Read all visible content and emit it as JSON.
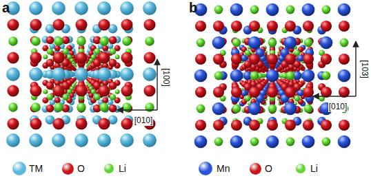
{
  "diagram": {
    "labels": [
      "a",
      "[100]",
      "[010]",
      "b",
      "[103]",
      "[010]"
    ],
    "legend": [
      {
        "text": "TM",
        "color": "#5db9dc"
      },
      {
        "text": "O",
        "color": "#c8141c"
      },
      {
        "text": "Li",
        "color": "#5ed52e"
      },
      {
        "text": "Mn",
        "color": "#2a55d8"
      },
      {
        "text": "O",
        "color": "#c8141c"
      },
      {
        "text": "Li",
        "color": "#5ed52e"
      }
    ]
  }
}
